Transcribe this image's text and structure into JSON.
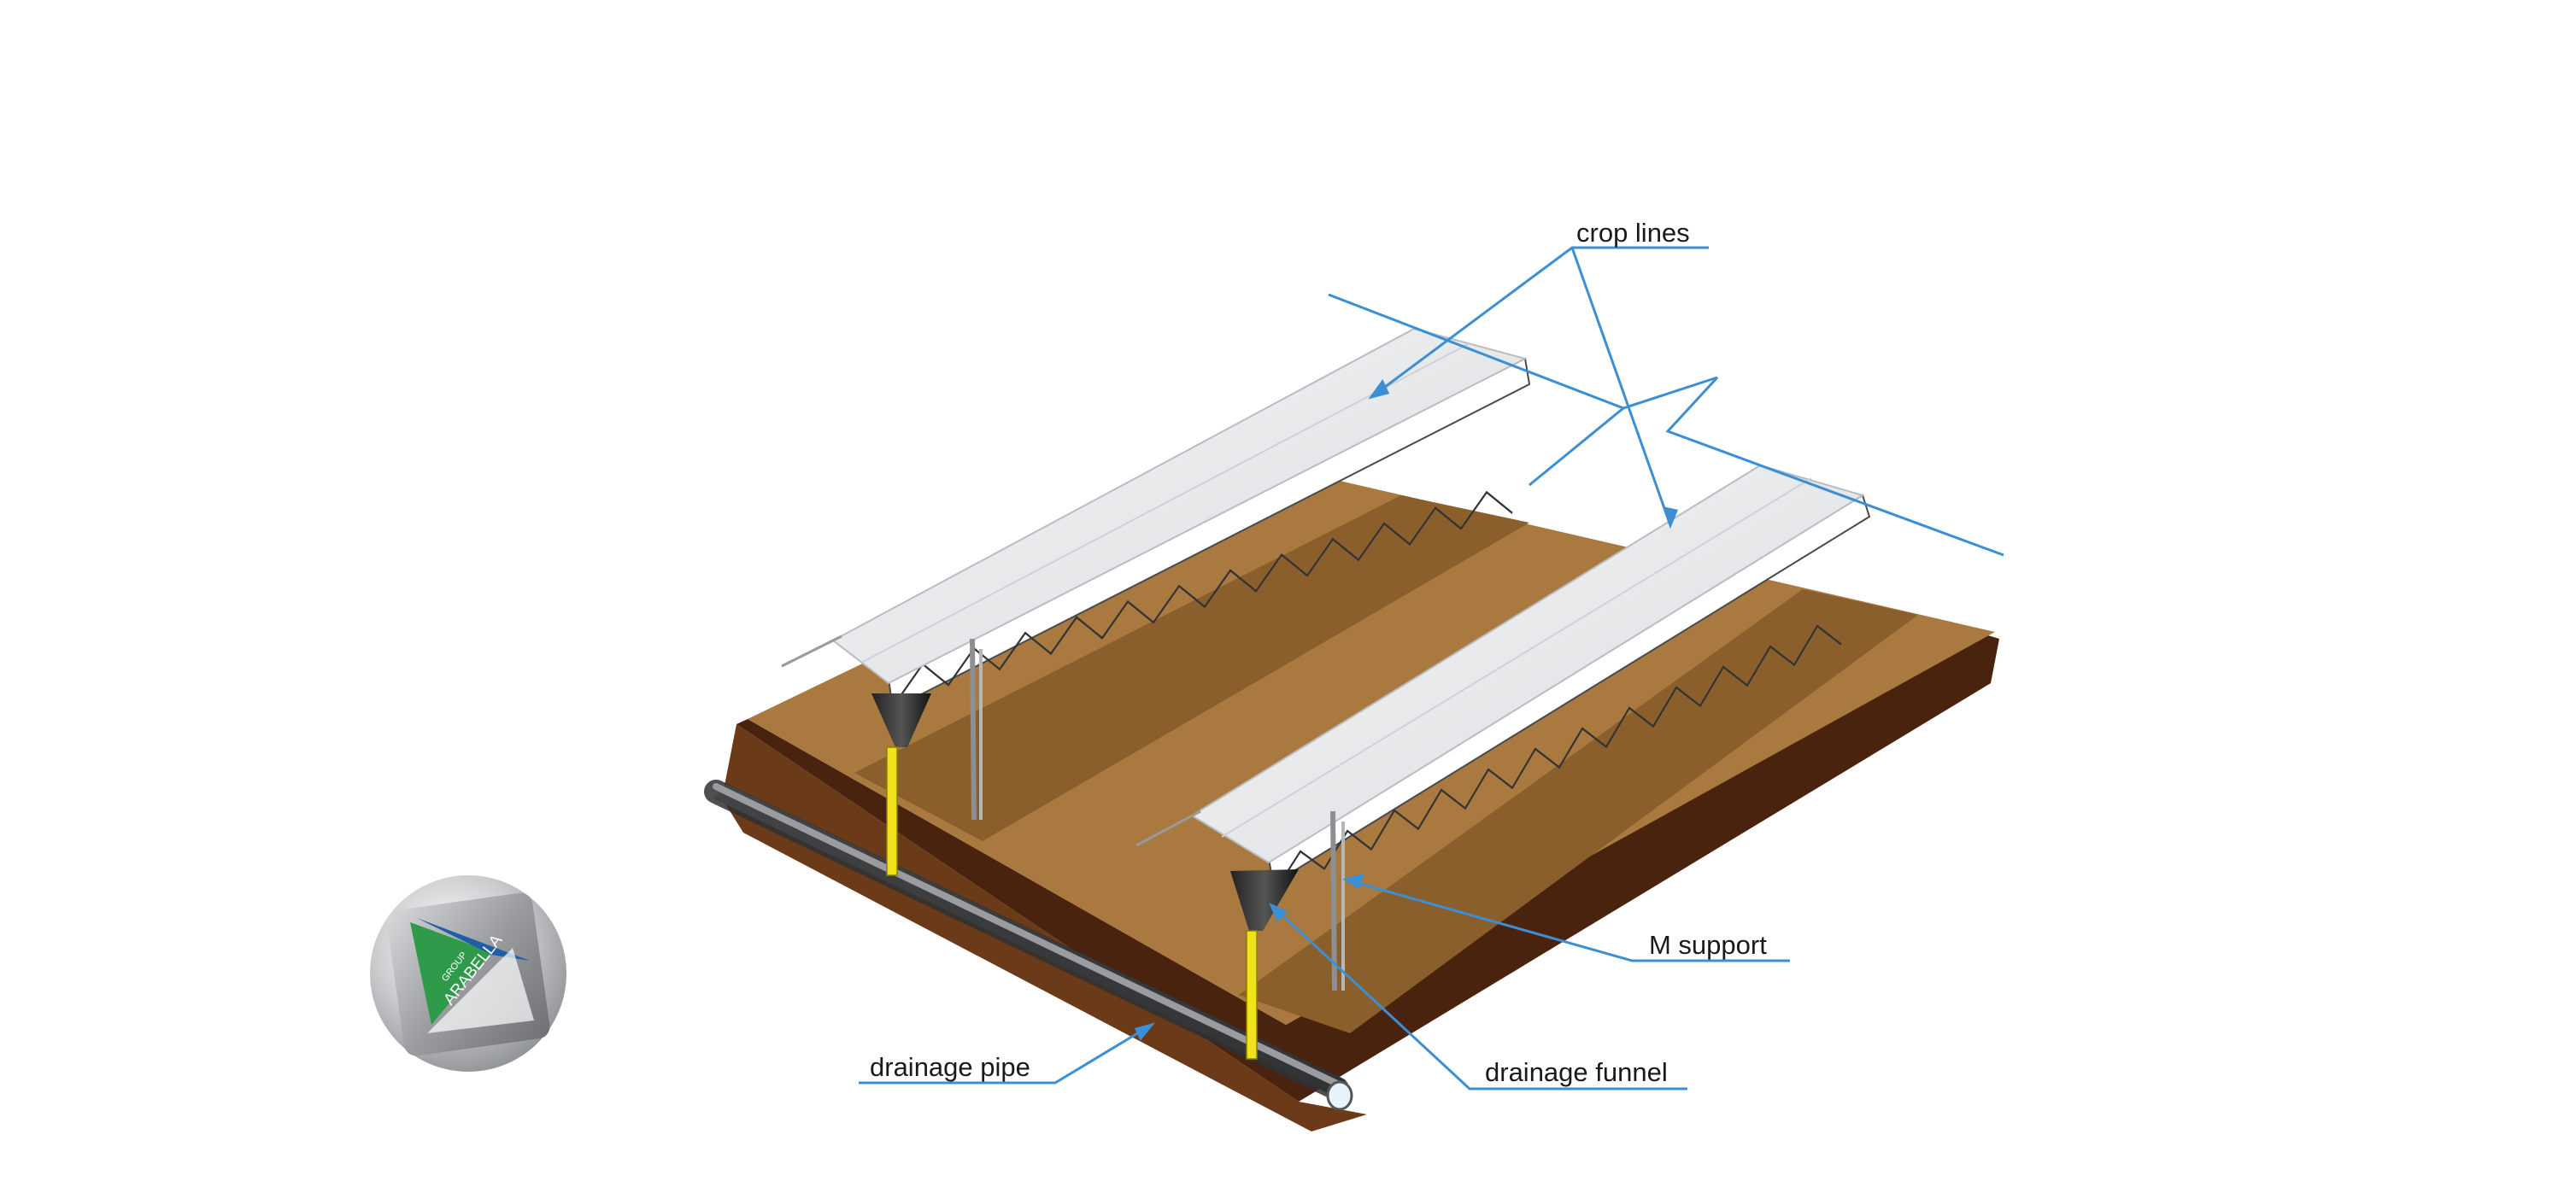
{
  "labels": {
    "crop_lines": "crop lines",
    "m_support": "M support",
    "drainage_pipe": "drainage pipe",
    "drainage_funnel": "drainage funnel"
  },
  "logo": {
    "name": "ARABELLA",
    "group": "GROUP"
  },
  "colors": {
    "leader": "#3c8fd4",
    "soil": "#a9793f",
    "soil_dark": "#8a5f2c",
    "soil_side": "#4a230f",
    "gutter": "#eef0f2",
    "support_yellow": "#f2e21b",
    "pipe": "#7b7d80"
  }
}
